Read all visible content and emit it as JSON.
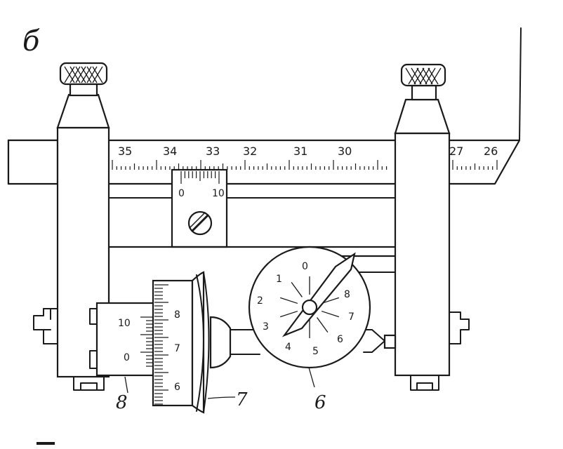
{
  "figure_letter": "б",
  "main_scale": {
    "labels": [
      "35",
      "34",
      "33",
      "32",
      "31",
      "30",
      "27",
      "26"
    ]
  },
  "vernier": {
    "labels": [
      "0",
      "10"
    ]
  },
  "micrometer_scale": {
    "labels": [
      "10",
      "0"
    ]
  },
  "thimble": {
    "labels": [
      "8",
      "7",
      "6"
    ]
  },
  "dial": {
    "labels": [
      "0",
      "1",
      "2",
      "3",
      "4",
      "5",
      "6",
      "7",
      "8"
    ]
  },
  "callouts": {
    "part_8": "8",
    "part_7": "7",
    "part_6": "6"
  }
}
